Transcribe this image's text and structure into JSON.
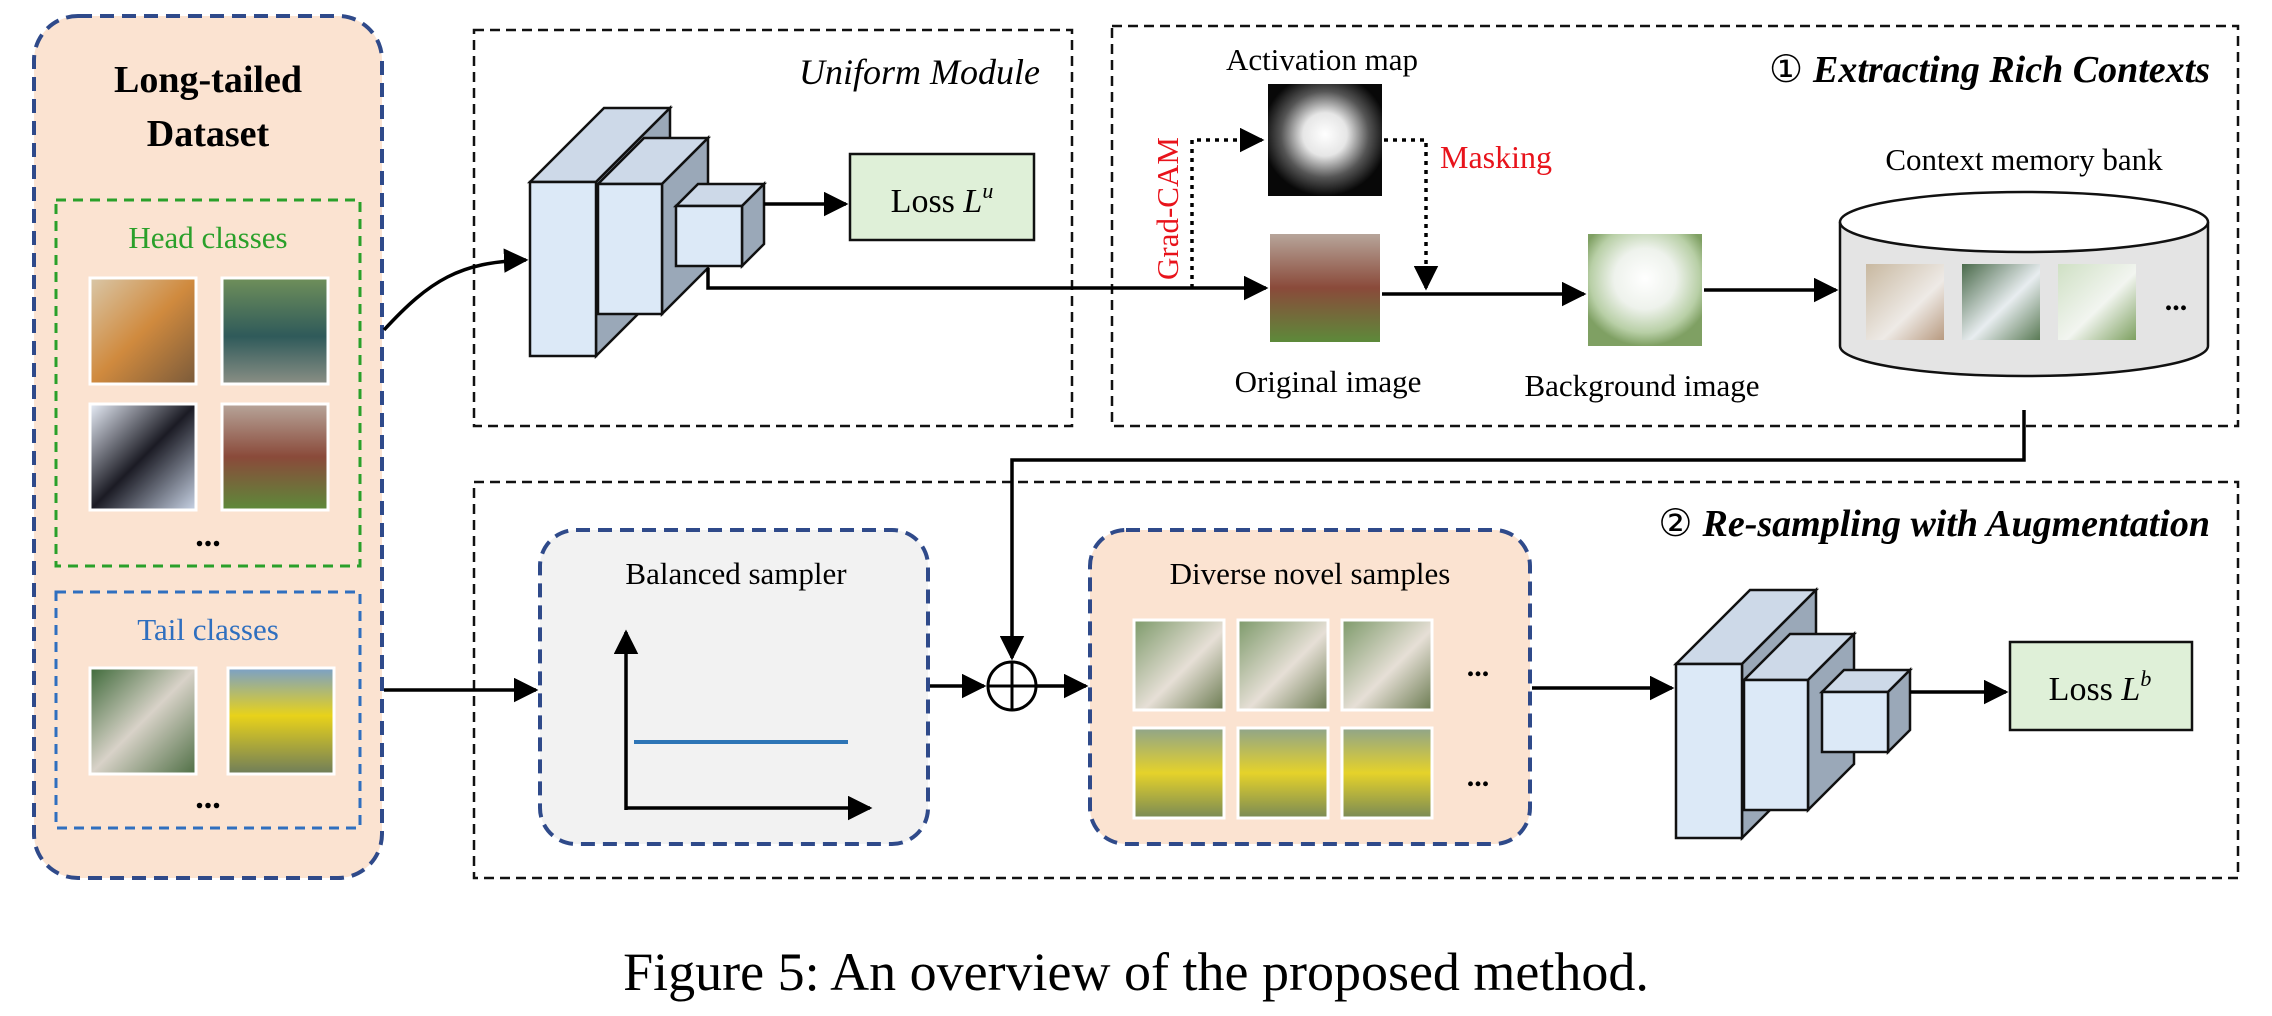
{
  "dataset": {
    "title_line1": "Long-tailed",
    "title_line2": "Dataset",
    "head_label": "Head classes",
    "tail_label": "Tail classes",
    "head_ellipsis": "...",
    "tail_ellipsis": "..."
  },
  "uniform_module": {
    "title": "Uniform Module",
    "loss_prefix": "Loss ",
    "loss_symbol": "L",
    "loss_sup": "u"
  },
  "extract": {
    "marker": "①",
    "title": "Extracting Rich Contexts",
    "activation_map": "Activation map",
    "grad_cam": "Grad-CAM",
    "masking": "Masking",
    "original_image": "Original image",
    "background_image": "Background image",
    "memory_bank": "Context memory bank",
    "bank_ellipsis": "..."
  },
  "resample": {
    "marker": "②",
    "title": "Re-sampling with Augmentation",
    "balanced_sampler": "Balanced sampler",
    "diverse_samples": "Diverse novel samples",
    "row1_ellipsis": "...",
    "row2_ellipsis": "...",
    "loss_prefix": "Loss ",
    "loss_symbol": "L",
    "loss_sup": "b"
  },
  "caption": "Figure 5: An overview of the proposed method.",
  "colors": {
    "dataset_fill": "#fbe3d1",
    "dataset_border": "#2f4a8a",
    "head_border": "#2aa02a",
    "head_text": "#2aa02a",
    "tail_border": "#2f6fbf",
    "tail_text": "#2f6fbf",
    "loss_fill": "#dff0d8",
    "cube_fill": "#dce9f7",
    "sampler_fill": "#f2f2f2",
    "samples_fill": "#fbe3d1",
    "red_text": "#e8131b",
    "blue_line": "#2e75b6"
  }
}
